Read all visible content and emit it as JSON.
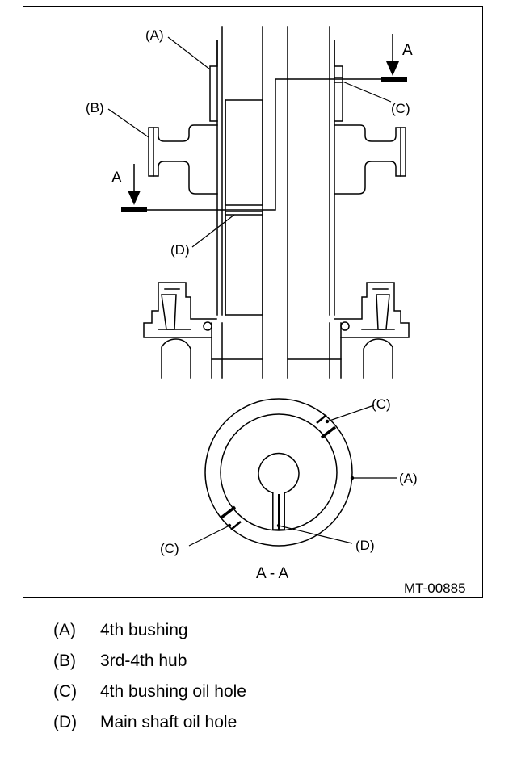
{
  "figure": {
    "callouts": {
      "a_upper": "(A)",
      "b": "(B)",
      "c_upper": "(C)",
      "d_upper": "(D)",
      "c_right": "(C)",
      "a_right": "(A)",
      "c_left": "(C)",
      "d_lower": "(D)"
    },
    "section_marks": {
      "upper_right": "A",
      "left": "A"
    },
    "section_title": "A - A",
    "figure_code": "MT-00885"
  },
  "legend": [
    {
      "key": "(A)",
      "label": "4th bushing"
    },
    {
      "key": "(B)",
      "label": "3rd-4th hub"
    },
    {
      "key": "(C)",
      "label": "4th bushing oil hole"
    },
    {
      "key": "(D)",
      "label": "Main shaft oil hole"
    }
  ]
}
